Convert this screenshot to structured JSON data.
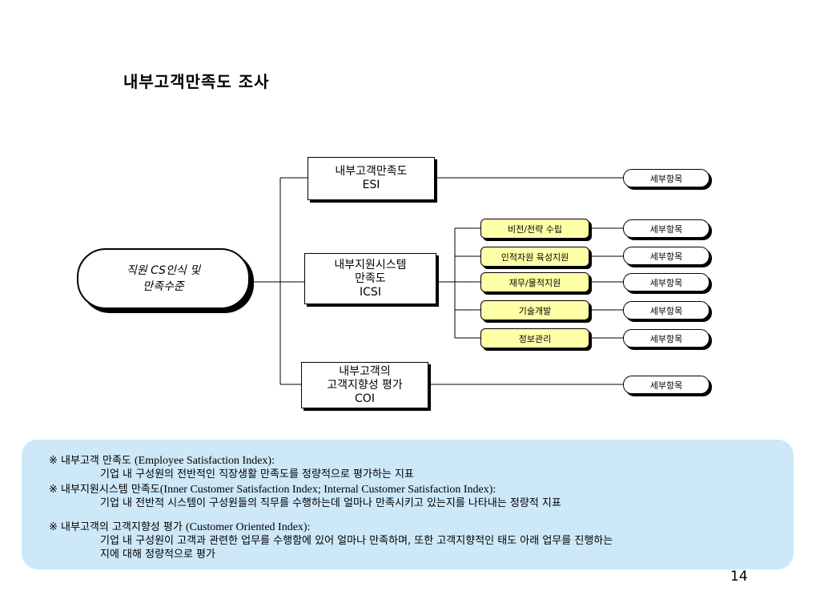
{
  "title": "내부고객만족도 조사",
  "root": {
    "line1": "직원 CS인식 및",
    "line2": "만족수준"
  },
  "branches": [
    {
      "line1": "내부고객만족도",
      "line2": "ESI",
      "line3": "",
      "detail": "세부항목"
    },
    {
      "line1": "내부지원시스템",
      "line2": "만족도",
      "line3": "ICSI"
    },
    {
      "line1": "내부고객의",
      "line2": "고객지향성 평가",
      "line3": "COI",
      "detail": "세부항목"
    }
  ],
  "subitems": [
    {
      "label": "비전/전략 수립",
      "detail": "세부항목"
    },
    {
      "label": "인적자원 육성지원",
      "detail": "세부항목"
    },
    {
      "label": "재무/물적지원",
      "detail": "세부항목"
    },
    {
      "label": "기술개발",
      "detail": "세부항목"
    },
    {
      "label": "정보관리",
      "detail": "세부항목"
    }
  ],
  "notes": [
    {
      "mark": "※ 내부고객 만족도 ",
      "en": "(Employee Satisfaction Index):",
      "desc": "기업 내 구성원의 전반적인 직장생활 만족도를 정량적으로 평가하는 지표",
      "desc2": ""
    },
    {
      "mark": "※ 내부지원시스템 만족도",
      "en": "(Inner Customer Satisfaction Index; Internal Customer Satisfaction Index):",
      "desc": "기업 내 전반적 시스템이 구성원들의 직무를 수행하는데 얼마나 만족시키고 있는지를 나타내는 정량적 지표",
      "desc2": ""
    },
    {
      "mark": "※ 내부고객의 고객지향성 평가 ",
      "en": "(Customer Oriented Index):",
      "desc": "기업 내 구성원이 고객과 관련한  업무를 수행함에 있어 얼마나 만족하며, 또한 고객지향적인 태도 아래 업무를 진행하는",
      "desc2": "지에 대해 정량적으로 평가"
    }
  ],
  "page_number": "14"
}
